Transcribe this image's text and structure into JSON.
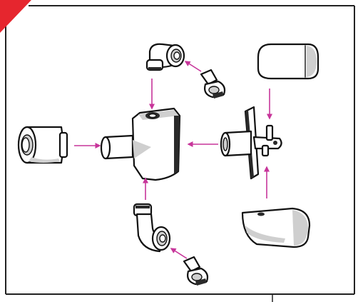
{
  "colors": {
    "arrow": "#c7359a",
    "corner_badge": "#e6262e",
    "frame": "#222222",
    "ink": "#111111",
    "shade": "#cfcfcf",
    "background": "#ffffff"
  },
  "icons": {
    "corner": "red-corner-badge",
    "parts": [
      "cylinder-body-part",
      "elbow-fitting-top",
      "pipe-clamp-top",
      "central-housing-part",
      "capsule-cap-top-right",
      "bracket-pin-assembly",
      "shaped-cap-bottom-right",
      "elbow-fitting-bottom",
      "pipe-clamp-bottom"
    ]
  },
  "arrows": [
    {
      "from": "cylinder-body-part",
      "to": "central-housing-part"
    },
    {
      "from": "elbow-fitting-top",
      "to": "central-housing-part"
    },
    {
      "from": "pipe-clamp-top",
      "to": "elbow-fitting-top"
    },
    {
      "from": "bracket-pin-assembly",
      "to": "central-housing-part"
    },
    {
      "from": "capsule-cap-top-right",
      "to": "bracket-pin-assembly"
    },
    {
      "from": "shaped-cap-bottom-right",
      "to": "bracket-pin-assembly"
    },
    {
      "from": "elbow-fitting-bottom",
      "to": "central-housing-part"
    },
    {
      "from": "pipe-clamp-bottom",
      "to": "elbow-fitting-bottom"
    }
  ]
}
